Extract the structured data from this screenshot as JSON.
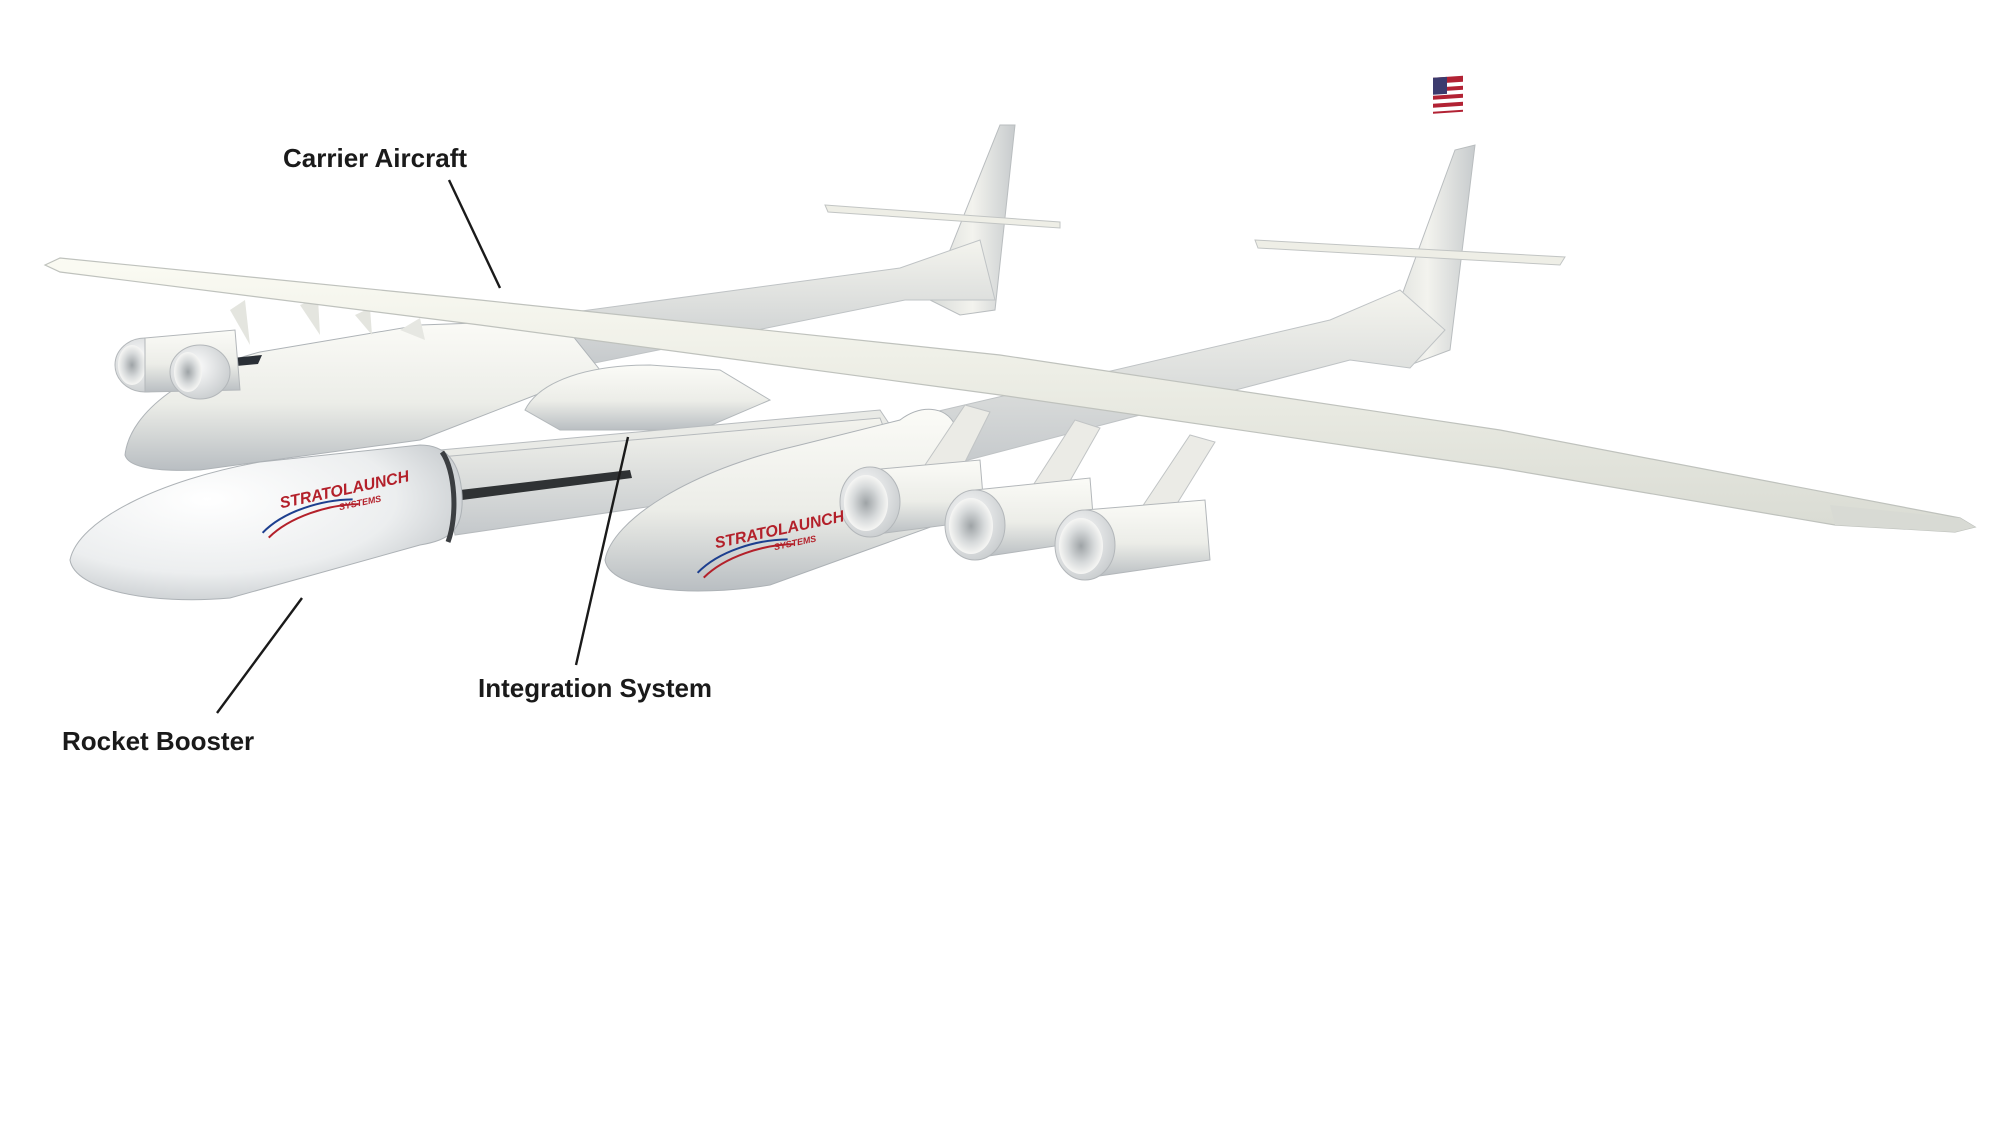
{
  "labels": {
    "carrier_aircraft": "Carrier Aircraft",
    "integration_system": "Integration System",
    "rocket_booster": "Rocket Booster"
  },
  "logo": {
    "line1": "STRATOLAUNCH",
    "line2": "SYSTEMS"
  },
  "colors": {
    "background": "#ffffff",
    "label_text": "#1a1a1a",
    "leader_line": "#1a1a1a",
    "airframe": "#f1f1ea",
    "airframe_shadow": "#c9cdd0",
    "booster": "#f4f5f6",
    "logo_red": "#b3202a",
    "logo_blue": "#1d3f8f"
  },
  "icons": {
    "flag": "us-flag-icon"
  }
}
